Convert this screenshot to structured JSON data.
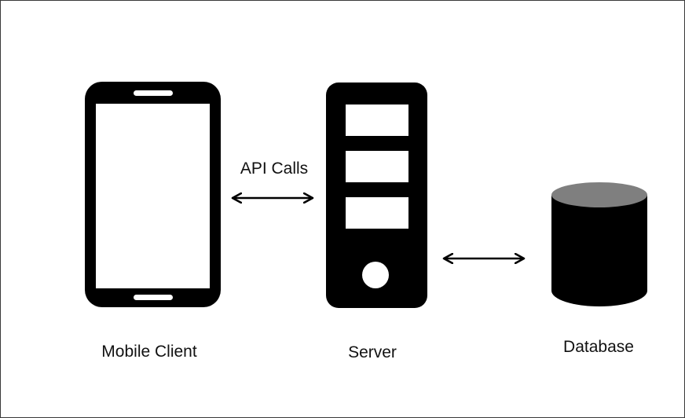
{
  "diagram": {
    "nodes": {
      "mobile_client": {
        "label": "Mobile Client",
        "icon": "smartphone-icon"
      },
      "server": {
        "label": "Server",
        "icon": "server-tower-icon"
      },
      "database": {
        "label": "Database",
        "icon": "database-cylinder-icon"
      }
    },
    "edges": [
      {
        "from": "mobile_client",
        "to": "server",
        "label": "API Calls",
        "direction": "bidirectional"
      },
      {
        "from": "server",
        "to": "database",
        "label": "",
        "direction": "bidirectional"
      }
    ],
    "colors": {
      "device_fill": "#000000",
      "screen_fill": "#ffffff",
      "db_top": "#7f7f7f",
      "text": "#111111",
      "frame_border": "#3a3a3a"
    }
  }
}
